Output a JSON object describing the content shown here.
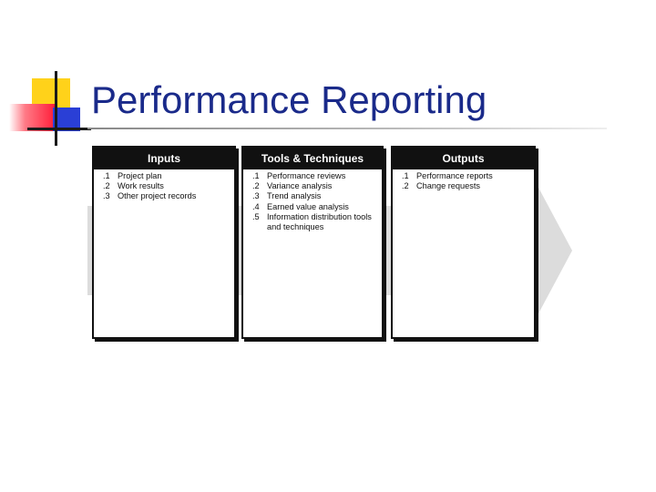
{
  "slide": {
    "title": "Performance Reporting"
  },
  "diagram": {
    "columns": [
      {
        "header": "Inputs",
        "items": [
          {
            "num": ".1",
            "text": "Project plan"
          },
          {
            "num": ".2",
            "text": "Work results"
          },
          {
            "num": ".3",
            "text": "Other project records"
          }
        ]
      },
      {
        "header": "Tools & Techniques",
        "items": [
          {
            "num": ".1",
            "text": "Performance reviews"
          },
          {
            "num": ".2",
            "text": "Variance analysis"
          },
          {
            "num": ".3",
            "text": "Trend analysis"
          },
          {
            "num": ".4",
            "text": "Earned value analysis"
          },
          {
            "num": ".5",
            "text": "Information distribution tools and techniques"
          }
        ]
      },
      {
        "header": "Outputs",
        "items": [
          {
            "num": ".1",
            "text": "Performance reports"
          },
          {
            "num": ".2",
            "text": "Change requests"
          }
        ]
      }
    ]
  },
  "colors": {
    "title": "#1a2a8a",
    "header_bg": "#111111",
    "arrow": "#dcdcdc"
  }
}
